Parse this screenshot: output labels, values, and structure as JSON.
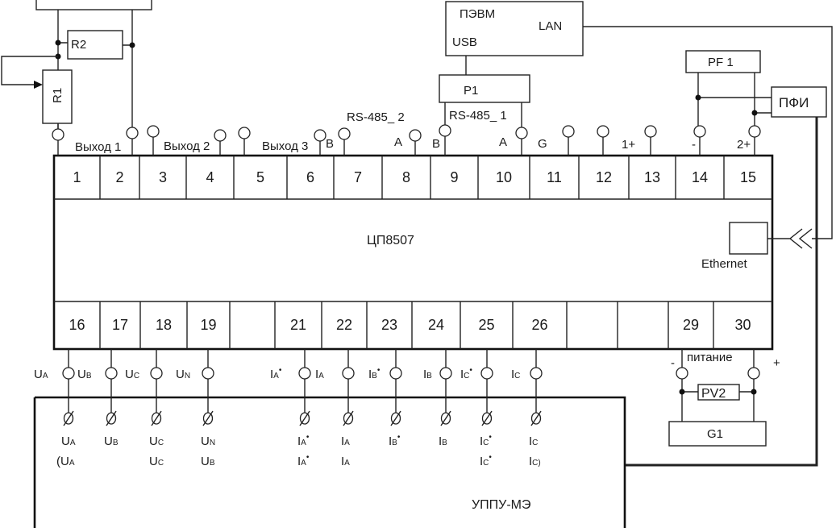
{
  "device": {
    "name": "ЦП8507",
    "top_terminals": [
      "1",
      "2",
      "3",
      "4",
      "5",
      "6",
      "7",
      "8",
      "9",
      "10",
      "11",
      "12",
      "13",
      "14",
      "15"
    ],
    "bottom_terminals": [
      "16",
      "17",
      "18",
      "19",
      "",
      "21",
      "22",
      "23",
      "24",
      "25",
      "26",
      "",
      "",
      "29",
      "30"
    ],
    "ethernet_label": "Ethernet"
  },
  "top_labels": {
    "out1": "Выход 1",
    "out2": "Выход 2",
    "out3": "Выход 3",
    "b2": "B",
    "rs485_2": "RS-485_ 2",
    "a2": "A",
    "b1": "B",
    "rs485_1": "RS-485_ 1",
    "a1": "A",
    "g": "G",
    "p1plus": "1+",
    "minus": "-",
    "p2plus": "2+"
  },
  "components": {
    "r1": "R1",
    "r2": "R2",
    "pc": "ПЭВМ",
    "lan": "LAN",
    "usb": "USB",
    "p1": "P1",
    "pf1": "PF 1",
    "pfi": "ПФИ",
    "pv2": "PV2",
    "g1": "G1",
    "uppu": "УППУ-МЭ"
  },
  "power": {
    "label": "питание",
    "minus": "-",
    "plus": "+"
  },
  "input_labels": [
    {
      "m": "U",
      "s": "A",
      "star": false
    },
    {
      "m": "U",
      "s": "B",
      "star": false
    },
    {
      "m": "U",
      "s": "C",
      "star": false
    },
    {
      "m": "U",
      "s": "N",
      "star": false
    },
    {
      "m": "I",
      "s": "A",
      "star": true
    },
    {
      "m": "I",
      "s": "A",
      "star": false
    },
    {
      "m": "I",
      "s": "B",
      "star": true
    },
    {
      "m": "I",
      "s": "B",
      "star": false
    },
    {
      "m": "I",
      "s": "C",
      "star": true
    },
    {
      "m": "I",
      "s": "C",
      "star": false
    }
  ],
  "uppu_labels_row1": [
    {
      "m": "U",
      "s": "A",
      "star": false
    },
    {
      "m": "U",
      "s": "B",
      "star": false
    },
    {
      "m": "U",
      "s": "C",
      "star": false
    },
    {
      "m": "U",
      "s": "N",
      "star": false
    },
    {
      "m": "I",
      "s": "A",
      "star": true
    },
    {
      "m": "I",
      "s": "A",
      "star": false
    },
    {
      "m": "I",
      "s": "B",
      "star": true
    },
    {
      "m": "I",
      "s": "B",
      "star": false
    },
    {
      "m": "I",
      "s": "C",
      "star": true
    },
    {
      "m": "I",
      "s": "C",
      "star": false
    }
  ],
  "uppu_labels_row2": [
    {
      "m": "(U",
      "s": "A",
      "star": false
    },
    null,
    {
      "m": "U",
      "s": "C",
      "star": false
    },
    {
      "m": "U",
      "s": "B",
      "star": false
    },
    {
      "m": "I",
      "s": "A",
      "star": true
    },
    {
      "m": "I",
      "s": "A",
      "star": false
    },
    null,
    null,
    {
      "m": "I",
      "s": "C",
      "star": true
    },
    {
      "m": "I",
      "s": "C)",
      "star": false
    }
  ]
}
